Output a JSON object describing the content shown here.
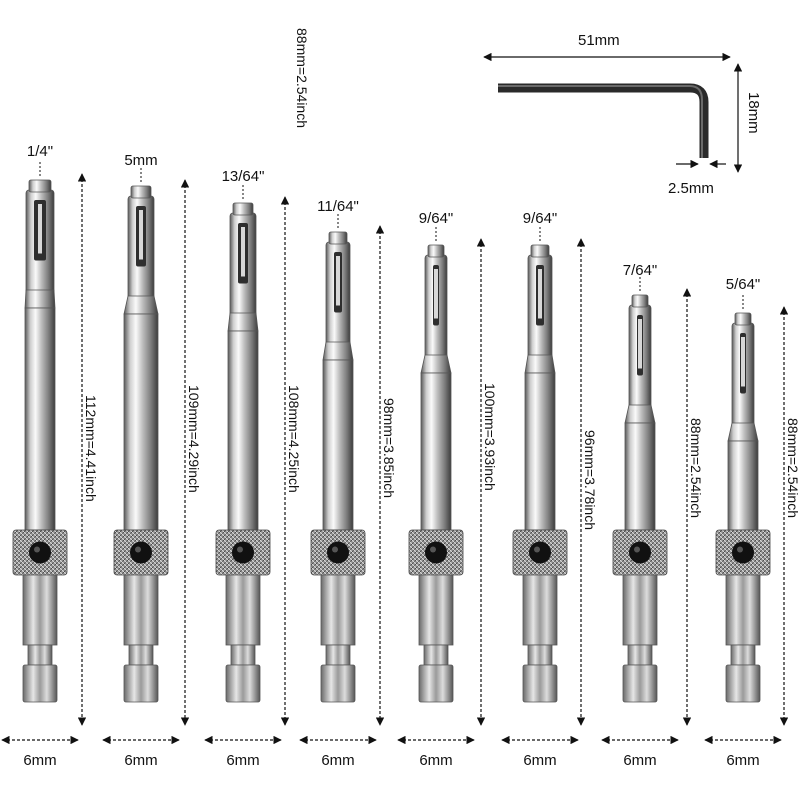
{
  "wrench": {
    "length_label": "51mm",
    "height_label": "18mm",
    "size_label": "2.5mm",
    "note_label": "88mm=2.54inch"
  },
  "bits": [
    {
      "size": "1/4\"",
      "length_label": "112mm=4.41inch",
      "shank_label": "6mm"
    },
    {
      "size": "5mm",
      "length_label": "109mm=4.29inch",
      "shank_label": "6mm"
    },
    {
      "size": "13/64\"",
      "length_label": "108mm=4.25inch",
      "shank_label": "6mm"
    },
    {
      "size": "11/64\"",
      "length_label": "98mm=3.85inch",
      "shank_label": "6mm"
    },
    {
      "size": "9/64\"",
      "length_label": "100mm=3.93inch",
      "shank_label": "6mm"
    },
    {
      "size": "9/64\"",
      "length_label": "96mm=3.78inch",
      "shank_label": "6mm"
    },
    {
      "size": "7/64\"",
      "length_label": "88mm=2.54inch",
      "shank_label": "6mm"
    },
    {
      "size": "5/64\"",
      "length_label": "88mm=2.54inch",
      "shank_label": "6mm"
    }
  ],
  "colors": {
    "metal_light": "#f2f2f2",
    "metal_mid": "#b9b9b9",
    "metal_dark": "#4a4a4a",
    "wrench": "#2a2a2a",
    "arrow": "#111111"
  }
}
